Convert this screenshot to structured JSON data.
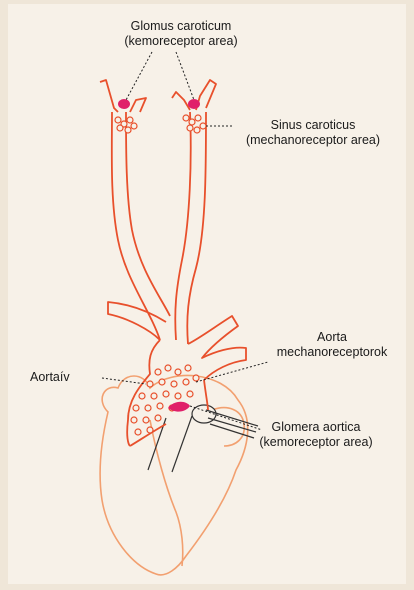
{
  "labels": {
    "glomus_caroticum": {
      "line1": "Glomus caroticum",
      "line2": "(kemoreceptor area)"
    },
    "sinus_caroticus": {
      "line1": "Sinus caroticus",
      "line2": "(mechanoreceptor area)"
    },
    "aorta_mechanoreceptorok": {
      "line1": "Aorta",
      "line2": "mechanoreceptorok"
    },
    "aortaiv": {
      "line1": "Aortaív"
    },
    "glomera_aortica": {
      "line1": "Glomera aortica",
      "line2": "(kemoreceptor area)"
    }
  },
  "colors": {
    "artery": "#e8502c",
    "heart": "#f2a070",
    "chemoreceptor": "#e0206a",
    "background": "#f7f1e8",
    "leader_line": "#222222"
  }
}
